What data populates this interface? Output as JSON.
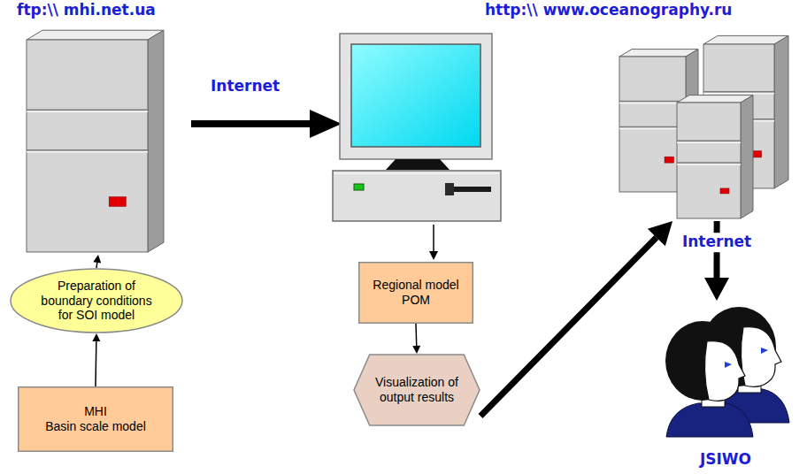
{
  "diagram": {
    "nodes": [
      {
        "text": [
          "ftp:\\\\ mhi.net.ua"
        ]
      },
      {
        "text": [
          "Preparation of boundary conditions for SOI model"
        ]
      },
      {
        "text": [
          "MHI",
          "Basin scale model"
        ]
      },
      {
        "text": [
          "Regional model POM"
        ]
      },
      {
        "text": [
          "Visualization of output results"
        ]
      },
      {
        "text": [
          "http:\\\\ www.oceanography.ru"
        ]
      },
      {
        "text": [
          "JSIWO"
        ]
      }
    ],
    "edges": [
      {
        "from": 2,
        "to": 1,
        "arrow": "to"
      },
      {
        "from": 1,
        "to": 0,
        "arrow": "to"
      },
      {
        "from": 3,
        "to": 4,
        "arrow": "to"
      },
      {
        "from": 4,
        "to": 5,
        "arrow": "to"
      },
      {
        "from": 5,
        "to": 6,
        "arrow": "to",
        "label": "Internet"
      }
    ],
    "labels": [
      "Internet"
    ]
  }
}
